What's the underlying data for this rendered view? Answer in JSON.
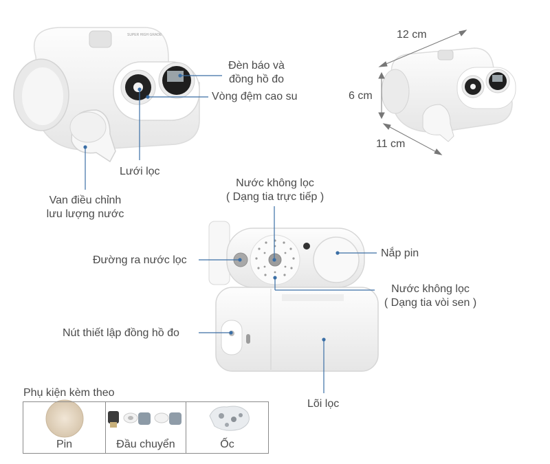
{
  "labels": {
    "indicator_line1": "Đèn báo và",
    "indicator_line2": "đồng hồ đo",
    "rubber_ring": "Vòng đệm cao su",
    "filter_mesh": "Lưới lọc",
    "valve_line1": "Van điều chỉnh",
    "valve_line2": "lưu lượng nước",
    "unfiltered_direct_line1": "Nước không lọc",
    "unfiltered_direct_line2": "( Dạng tia trực tiếp )",
    "filtered_outlet": "Đường ra nước lọc",
    "battery_cover": "Nắp pin",
    "unfiltered_shower_line1": "Nước không lọc",
    "unfiltered_shower_line2": "( Dạng tia vòi sen )",
    "meter_button": "Nút thiết lập đồng hồ đo",
    "filter_core": "Lõi lọc"
  },
  "dimensions": {
    "length": "12 cm",
    "height": "6 cm",
    "depth": "11 cm"
  },
  "product_text": "SUPER HIGH GRADE",
  "accessories": {
    "title": "Phụ kiện kèm theo",
    "items": [
      {
        "name": "Pin"
      },
      {
        "name": "Đầu chuyển"
      },
      {
        "name": "Ốc"
      }
    ]
  },
  "colors": {
    "body": "#f4f4f4",
    "outline": "#d8d8d8",
    "leader_line": "#3a6ea5",
    "text": "#4a4a4a"
  }
}
